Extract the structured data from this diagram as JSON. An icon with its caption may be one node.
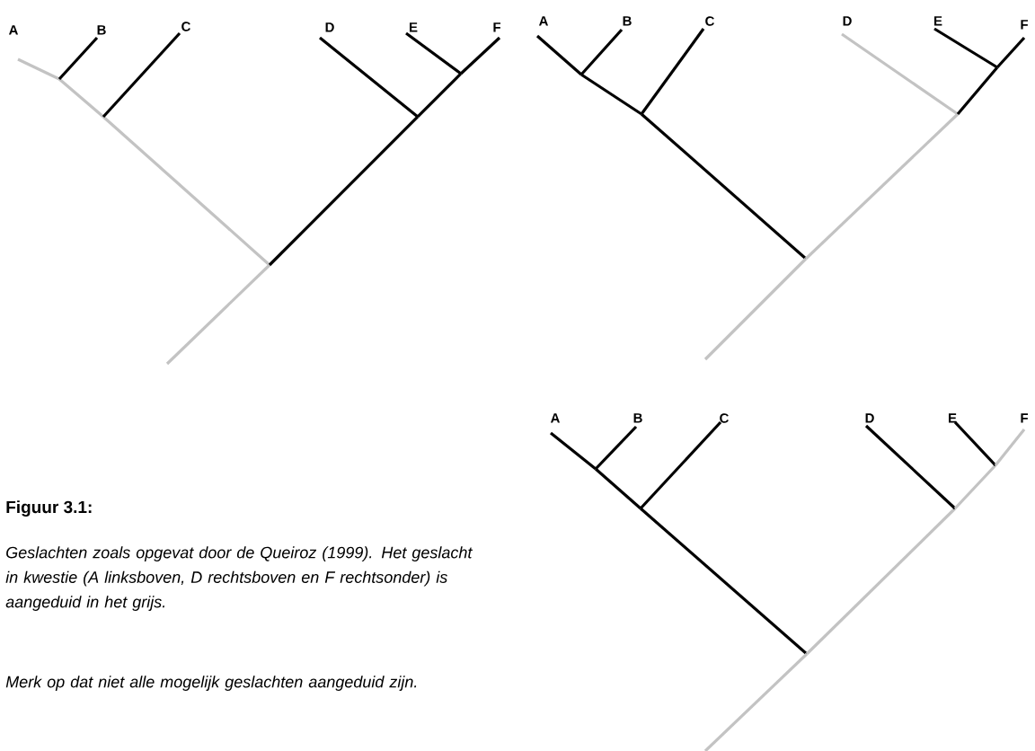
{
  "diagram": {
    "caption": "Figuur 3.1:",
    "labels": [
      "A",
      "B",
      "C",
      "D",
      "E",
      "F",
      "A",
      "B",
      "C",
      "D",
      "E",
      "F",
      "A",
      "B",
      "C",
      "D",
      "E",
      "F",
      "Geslachten zoals opgevat door de Queiroz (1999). Het geslacht in kwestie (A linksboven, D rechtsboven en F rechtsonder) is aangeduid in het grijs.",
      "Merk op dat niet alle mogelijk geslachten aangeduid zijn."
    ]
  }
}
